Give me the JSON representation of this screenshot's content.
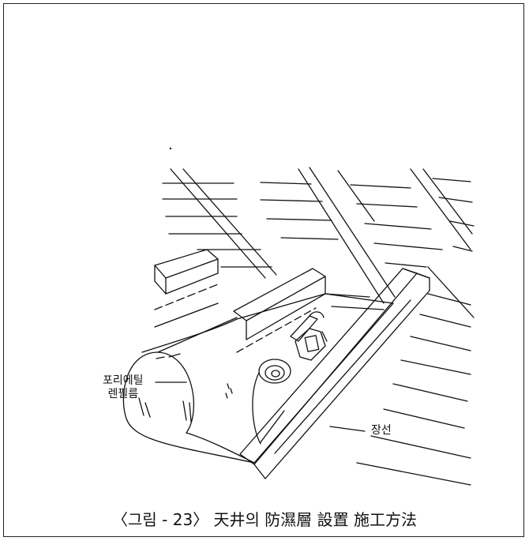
{
  "labels": {
    "film_line1": "포리에틸",
    "film_line2": "렌필름",
    "rafter": "장선"
  },
  "caption": "〈그림 - 23〉 天井의 防濕層 設置 施工方法",
  "colors": {
    "ink": "#111111",
    "background": "#ffffff"
  },
  "icons": [
    "stapler-icon",
    "film-roll-icon"
  ]
}
